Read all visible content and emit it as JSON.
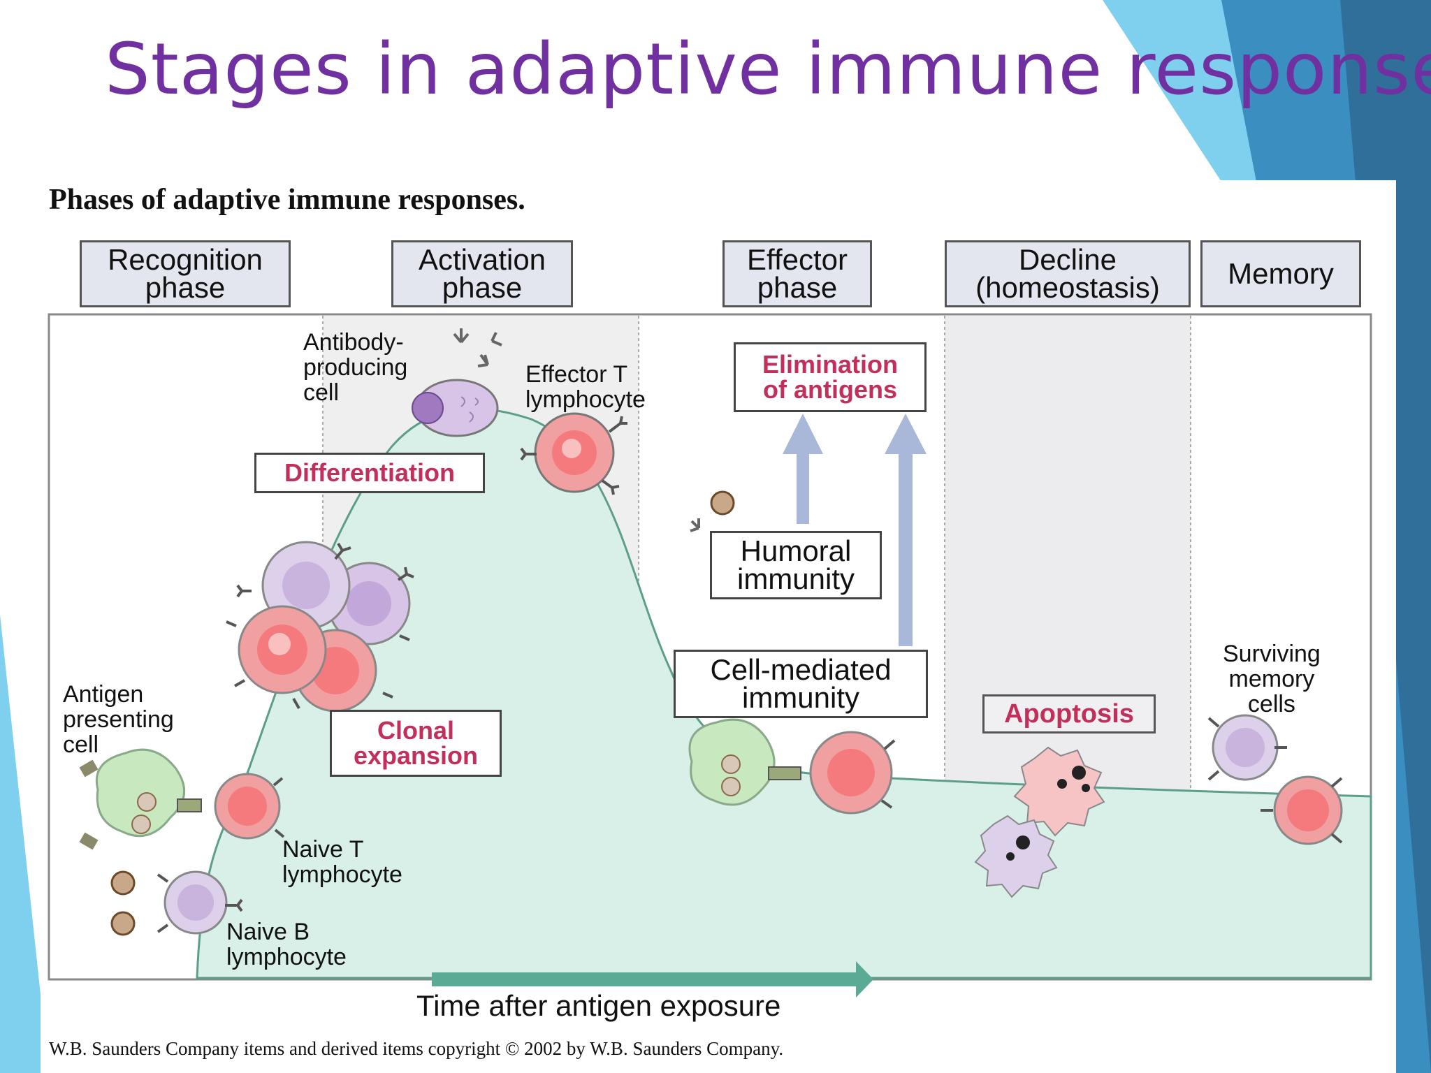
{
  "slide": {
    "title": "Stages in adaptive immune response"
  },
  "figure": {
    "title": "Phases of adaptive immune responses.",
    "phases": [
      "Recognition\nphase",
      "Activation\nphase",
      "Effector\nphase",
      "Decline\n(homeostasis)",
      "Memory"
    ],
    "process_labels": {
      "differentiation": "Differentiation",
      "clonal_expansion": "Clonal\nexpansion",
      "elimination": "Elimination\nof antigens",
      "apoptosis": "Apoptosis"
    },
    "immunity_labels": {
      "humoral": "Humoral\nimmunity",
      "cell_mediated": "Cell-mediated\nimmunity"
    },
    "cell_labels": {
      "antibody_producing": "Antibody-\nproducing\ncell",
      "effector_t": "Effector T\nlymphocyte",
      "antigen_presenting": "Antigen\npresenting\ncell",
      "naive_t": "Naive T\nlymphocyte",
      "naive_b": "Naive B\nlymphocyte",
      "memory": "Surviving\nmemory\ncells"
    },
    "x_axis_label": "Time after antigen exposure",
    "copyright": "W.B. Saunders Company items and derived items copyright © 2002 by W.B. Saunders Company."
  },
  "colors": {
    "title": "#7030a0",
    "process_label": "#c0305a",
    "curve_fill": "#d9f0e8",
    "curve_line": "#5c9e8a",
    "t_cell": "#e8787a",
    "b_cell": "#c8b4dc",
    "apc": "#c8e8c0",
    "arrow": "#a9b8d8",
    "time_arrow": "#5aaa96",
    "deco_blue": "#4aa3cf"
  }
}
